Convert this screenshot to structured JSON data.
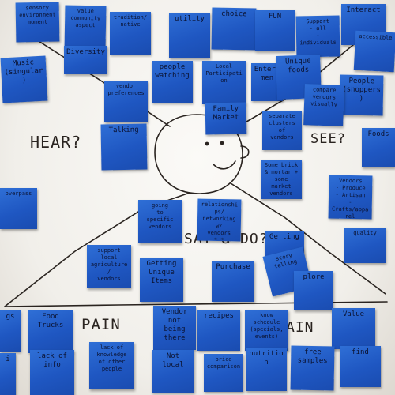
{
  "board": {
    "labels": {
      "hear": "HEAR?",
      "see": "SEE?",
      "say_do": "SAY & DO?",
      "pain": "PAIN",
      "gain": "AIN"
    },
    "notes": [
      {
        "id": "sensory-environment",
        "text": "sensory\nenvironment\nmoment"
      },
      {
        "id": "value-community-aspect",
        "text": "value\ncommunity\naspect"
      },
      {
        "id": "tradition-native",
        "text": "tradition/\nnative"
      },
      {
        "id": "utility",
        "text": "utility"
      },
      {
        "id": "choice",
        "text": "choice"
      },
      {
        "id": "fun",
        "text": "FUN"
      },
      {
        "id": "support-all-individuals",
        "text": "Support\n- all\n- individuals"
      },
      {
        "id": "interact",
        "text": "Interact"
      },
      {
        "id": "accessible",
        "text": "accessible"
      },
      {
        "id": "music-singular",
        "text": "Music\n(singular)"
      },
      {
        "id": "diversity",
        "text": "Diversity"
      },
      {
        "id": "people-watching",
        "text": "people\nwatching"
      },
      {
        "id": "local-participation",
        "text": "Local\nParticipation"
      },
      {
        "id": "entertainment",
        "text": "Entert\nmen"
      },
      {
        "id": "unique-foods",
        "text": "Unique\nfoods"
      },
      {
        "id": "people-shoppers",
        "text": "People\n(shoppers)"
      },
      {
        "id": "vendor-preferences",
        "text": "vendor\npreferences"
      },
      {
        "id": "family-market",
        "text": "Family\nMarket"
      },
      {
        "id": "compare-vendors-visually",
        "text": "compare\nvendors\nvisually"
      },
      {
        "id": "separate-clusters-of-vendors",
        "text": "separate\nclusters\nof\nvendors"
      },
      {
        "id": "talking",
        "text": "Talking"
      },
      {
        "id": "foods",
        "text": "Foods"
      },
      {
        "id": "brick-mortar-vendors",
        "text": "Some brick\n& mortar +\nsome market\nvendors"
      },
      {
        "id": "vendors-list",
        "text": "Vendors\n- Produce\n- Artisan\n- Crafts/apparel\n- Home goods"
      },
      {
        "id": "overpass",
        "text": "overpass"
      },
      {
        "id": "going-to-specific-vendors",
        "text": "going\nto\nspecific vendors"
      },
      {
        "id": "relationships-networking",
        "text": "relationships/\nnetworking w/\nvendors\n* *"
      },
      {
        "id": "getting",
        "text": "Ge ting"
      },
      {
        "id": "quality",
        "text": "quality"
      },
      {
        "id": "support-local-agriculture",
        "text": "support local\nagriculture/\nvendors"
      },
      {
        "id": "getting-unique-items",
        "text": "Getting\nUnique\nItems"
      },
      {
        "id": "purchase",
        "text": "Purchase"
      },
      {
        "id": "story-telling",
        "text": "story\ntelling"
      },
      {
        "id": "explore",
        "text": "plore"
      },
      {
        "id": "bags",
        "text": "gs"
      },
      {
        "id": "food-trucks",
        "text": "Food\nTrucks"
      },
      {
        "id": "vendor-not-being-there",
        "text": "Vendor\nnot being\nthere"
      },
      {
        "id": "recipes",
        "text": "recipes"
      },
      {
        "id": "know-schedule",
        "text": "know\nschedule\n(specials, events)"
      },
      {
        "id": "value",
        "text": "Value"
      },
      {
        "id": "lack-of-info",
        "text": "lack of\ninfo"
      },
      {
        "id": "lack-of-knowledge",
        "text": "lack of\nknowledge\nof other\npeople"
      },
      {
        "id": "not-local",
        "text": "Not\nlocal"
      },
      {
        "id": "price-comparison",
        "text": "price\ncomparison"
      },
      {
        "id": "nutrition",
        "text": "nutrition"
      },
      {
        "id": "free-samples",
        "text": "free\nsamples"
      },
      {
        "id": "find",
        "text": "find"
      },
      {
        "id": "left-bottom-partial",
        "text": "i"
      }
    ]
  }
}
